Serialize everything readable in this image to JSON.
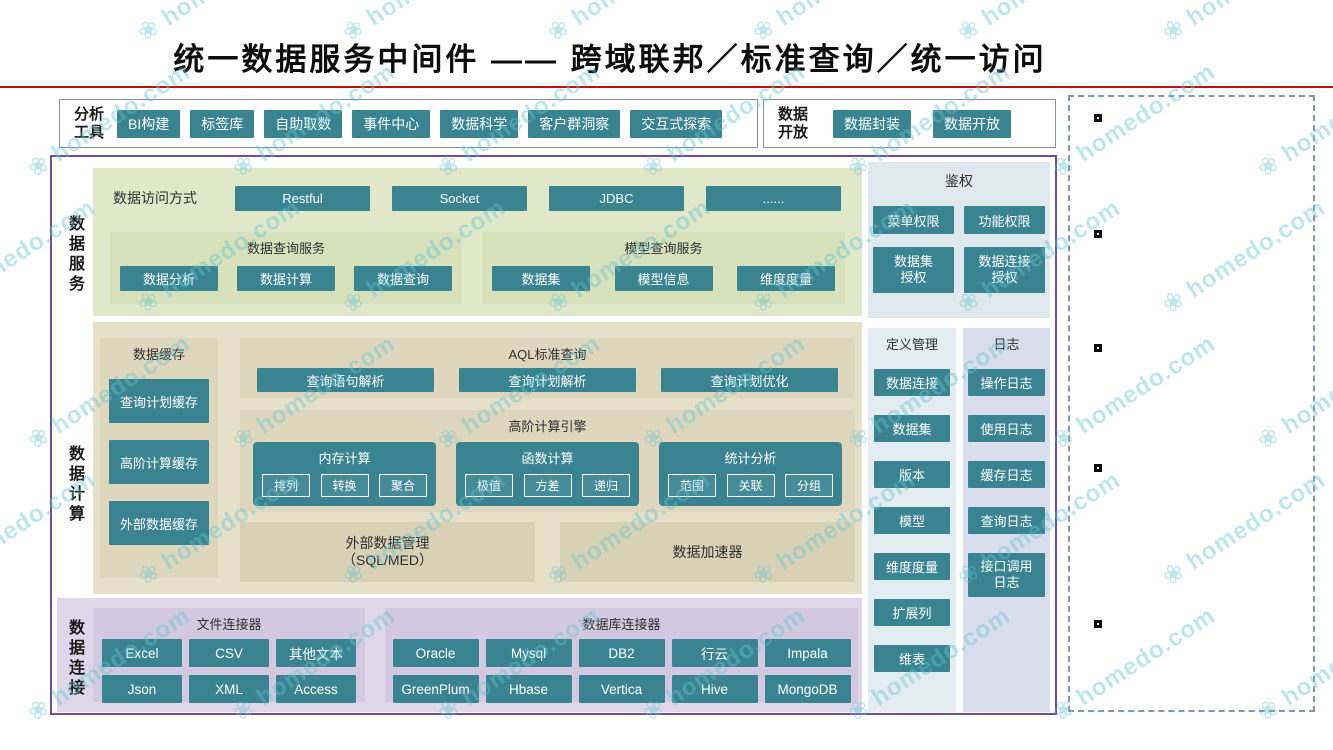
{
  "title": "统一数据服务中间件 ——  跨域联邦／标准查询／统一访问",
  "watermark": {
    "text": "homedo.com",
    "flower": "❀"
  },
  "toolbars": {
    "analysis": {
      "label": "分析工具",
      "buttons": [
        "BI构建",
        "标签库",
        "自助取数",
        "事件中心",
        "数据科学",
        "客户群洞察",
        "交互式探索"
      ]
    },
    "open": {
      "label": "数据开放",
      "buttons": [
        "数据封装",
        "数据开放"
      ]
    }
  },
  "sections": {
    "service": {
      "label": "数据服务",
      "access": {
        "title": "数据访问方式",
        "buttons": [
          "Restful",
          "Socket",
          "JDBC",
          "......"
        ]
      },
      "query": {
        "title": "数据查询服务",
        "buttons": [
          "数据分析",
          "数据计算",
          "数据查询"
        ]
      },
      "model": {
        "title": "模型查询服务",
        "buttons": [
          "数据集",
          "模型信息",
          "维度度量"
        ]
      }
    },
    "compute": {
      "label": "数据计算",
      "cache": {
        "title": "数据缓存",
        "buttons": [
          "查询计划缓存",
          "高阶计算缓存",
          "外部数据缓存"
        ]
      },
      "aql": {
        "title": "AQL标准查询",
        "buttons": [
          "查询语句解析",
          "查询计划解析",
          "查询计划优化"
        ]
      },
      "engine": {
        "title": "高阶计算引擎",
        "groups": [
          {
            "title": "内存计算",
            "buttons": [
              "排列",
              "转换",
              "聚合"
            ]
          },
          {
            "title": "函数计算",
            "buttons": [
              "极值",
              "方差",
              "递归"
            ]
          },
          {
            "title": "统计分析",
            "buttons": [
              "范围",
              "关联",
              "分组"
            ]
          }
        ]
      },
      "external": "外部数据管理\n（SQL/MED）",
      "accelerator": "数据加速器"
    },
    "connect": {
      "label": "数据连接",
      "file": {
        "title": "文件连接器",
        "buttons": [
          "Excel",
          "CSV",
          "其他文本",
          "Json",
          "XML",
          "Access"
        ]
      },
      "db": {
        "title": "数据库连接器",
        "buttons": [
          "Oracle",
          "Mysql",
          "DB2",
          "行云",
          "Impala",
          "GreenPlum",
          "Hbase",
          "Vertica",
          "Hive",
          "MongoDB"
        ]
      }
    },
    "auth": {
      "title": "鉴权",
      "buttons": [
        "菜单权限",
        "功能权限",
        "数据集\n授权",
        "数据连接\n授权"
      ]
    },
    "define": {
      "title": "定义管理",
      "buttons": [
        "数据连接",
        "数据集",
        "版本",
        "模型",
        "维度度量",
        "扩展列",
        "维表"
      ]
    },
    "log": {
      "title": "日志",
      "buttons": [
        "操作日志",
        "使用日志",
        "缓存日志",
        "查询日志",
        "接口调用\n日志"
      ]
    }
  },
  "colors": {
    "teal": "#3a8492",
    "red": "#bf1010",
    "purple_border": "#6c4e9d",
    "green_panel": "#e1e8ca",
    "green_sub": "#d7e1bb",
    "tan_panel": "#e7e0c9",
    "tan_sub": "#ded7bd",
    "tan_flat": "#d8d1b5",
    "purple_panel": "#ded7e9",
    "purple_sub": "#d2c9e0",
    "auth_panel": "#dfe9ed",
    "define_panel": "#e3ecf0",
    "log_panel": "#d9ddec"
  }
}
